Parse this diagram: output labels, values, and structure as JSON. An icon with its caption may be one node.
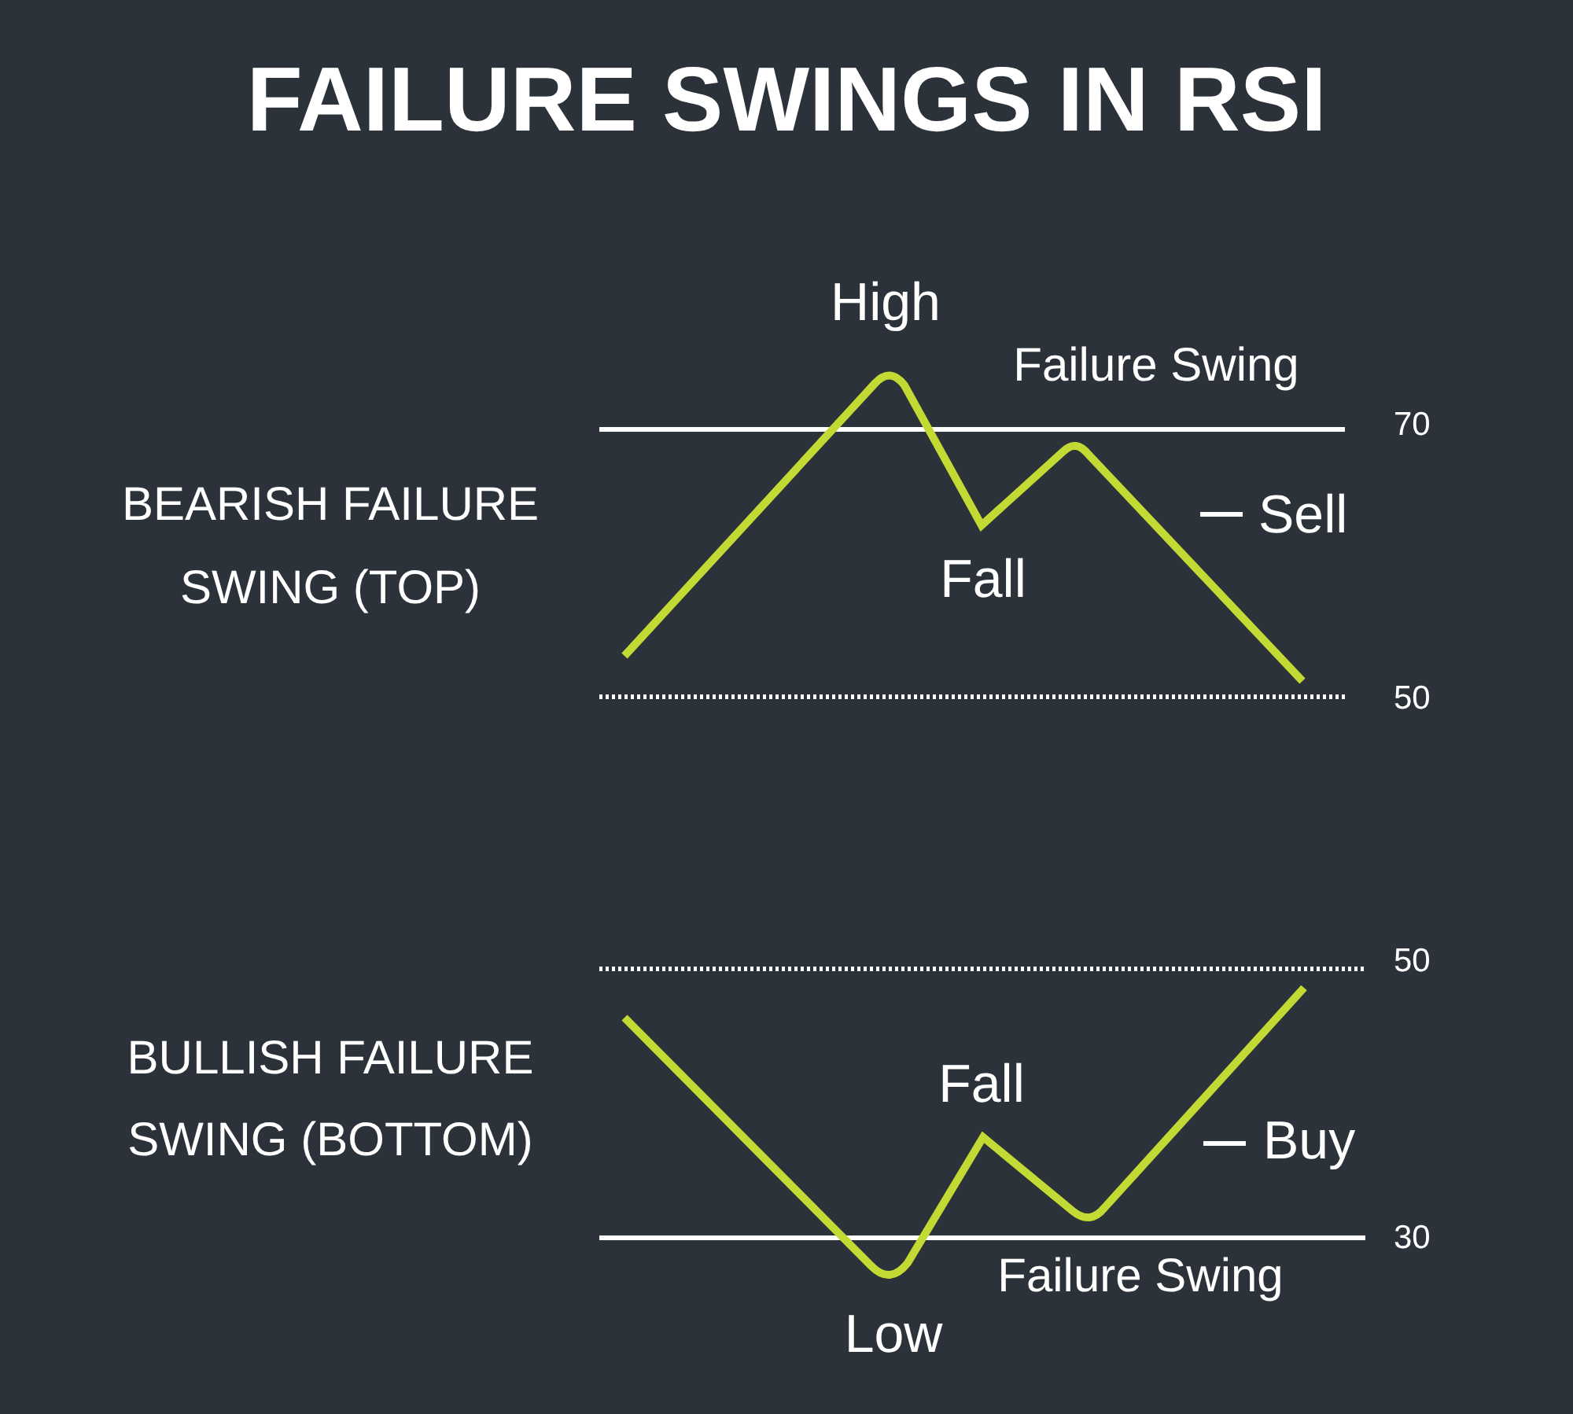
{
  "diagram": {
    "title": "FAILURE SWINGS IN RSI",
    "labels": [
      "High",
      "Failure Swing",
      "70",
      "BEARISH FAILURE SWING (TOP)",
      "Sell",
      "Fall",
      "50",
      "50",
      "BULLISH FAILURE SWING (BOTTOM)",
      "Fall",
      "Buy",
      "30",
      "Failure Swing",
      "Low"
    ]
  }
}
